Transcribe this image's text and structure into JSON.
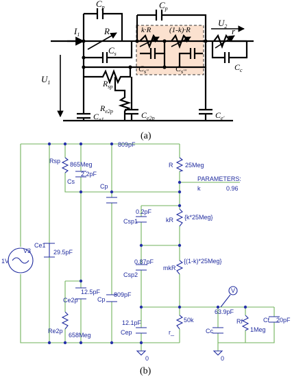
{
  "panel_a": {
    "caption": "(a)",
    "labels": {
      "cp_left": "C",
      "cp_left_sub": "p",
      "cp_right": "C",
      "cp_right_sub": "p",
      "i1": "I",
      "i1_sub": "1",
      "r": "R",
      "kr": "k·R",
      "mkr": "(1-k)·R",
      "u2": "U",
      "u2_sub": "2",
      "r_small": "r",
      "cs": "C",
      "cs_sub": "s",
      "cs2": "C",
      "cs2_sub": "s''",
      "cs3": "C",
      "cs3_sub": "s'''",
      "cc": "C",
      "cc_sub": "c",
      "u1": "U",
      "u1_sub": "1",
      "rsp": "R",
      "rsp_sub": "sp",
      "re2p": "R",
      "re2p_sub": "e2p",
      "ce1": "C",
      "ce1_sub": "e1",
      "ce2p": "C",
      "ce2p_sub": "e2p",
      "cep": "C",
      "cep_sub": "e'"
    }
  },
  "panel_b": {
    "caption": "(b)",
    "components": {
      "rsp_name": "Rsp",
      "rsp_value": "865Meg",
      "cs_name": "Cs",
      "cs_value": "2.2pF",
      "cp_top_value": "809pF",
      "cp_top_name": "Cp",
      "r_name": "R",
      "r_value": "25Meg",
      "params_title": "PARAMETERS:",
      "param_name": "k",
      "param_value": "0.96",
      "csp1_value": "0.2pF",
      "csp1_name": "Csp1",
      "kr_name": "kR",
      "kr_value": "{k*25Meg}",
      "v3_value": "1V",
      "v3_name": "V3",
      "ce1_name": "Ce1",
      "ce1_value": "29.5pF",
      "csp2_value": "0.87pF",
      "csp2_name": "Csp2",
      "mkr_name": "mkR",
      "mkr_value": "{(1-k)*25Meg}",
      "probe_label": "V",
      "ce2p_value": "12.5pF",
      "ce2p_name": "Ce2p",
      "cp_bot_name": "Cp",
      "cp_bot_value": "809pF",
      "cc_value": "63.9pF",
      "cc_name": "Cc",
      "cf_value": "20pF",
      "cf_name": "Cf",
      "cep_value": "12.1pF",
      "cep_name": "Cep",
      "rsmall_value": "50k",
      "rsmall_name": "r_",
      "rf_name": "Rf",
      "rf_value": "1Meg",
      "re2p_name": "Re2p",
      "re2p_value": "658Meg",
      "gnd_left": "0",
      "gnd_right": "0"
    }
  },
  "colors": {
    "wire_b": "#6fb25a",
    "component_b": "#1e2a9e",
    "highlight_box": "#fbe1cf"
  }
}
